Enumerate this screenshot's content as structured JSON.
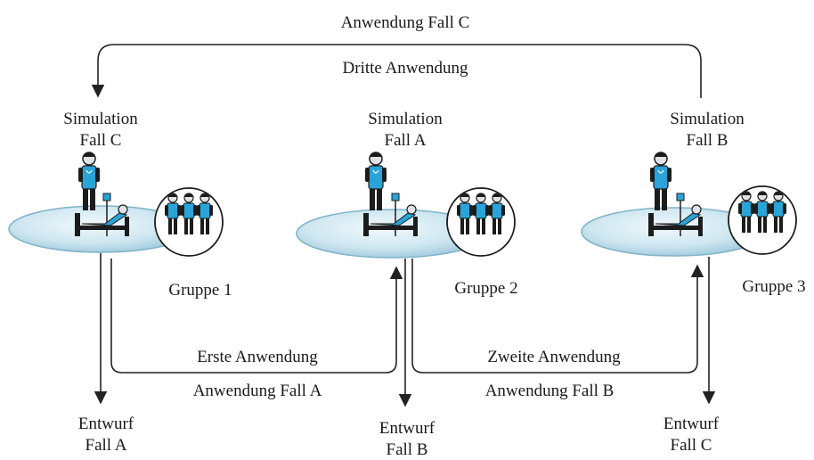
{
  "top_arrow": {
    "label": "Anwendung Fall C",
    "sublabel": "Dritte Anwendung"
  },
  "stations": [
    {
      "title_line1": "Simulation",
      "title_line2": "Fall C",
      "group_label": "Gruppe 1"
    },
    {
      "title_line1": "Simulation",
      "title_line2": "Fall A",
      "group_label": "Gruppe 2"
    },
    {
      "title_line1": "Simulation",
      "title_line2": "Fall B",
      "group_label": "Gruppe 3"
    }
  ],
  "bottom_arrows": [
    {
      "upper_label": "Erste Anwendung",
      "lower_label": "Anwendung Fall A"
    },
    {
      "upper_label": "Zweite Anwendung",
      "lower_label": "Anwendung Fall B"
    }
  ],
  "drafts": [
    {
      "line1": "Entwurf",
      "line2": "Fall A"
    },
    {
      "line1": "Entwurf",
      "line2": "Fall B"
    },
    {
      "line1": "Entwurf",
      "line2": "Fall C"
    }
  ],
  "colors": {
    "scrub_blue": "#2aa3d9",
    "platform_top": "#cfe7f1",
    "platform_edge": "#7fb3c9",
    "figure_dark": "#1c1c1c"
  }
}
